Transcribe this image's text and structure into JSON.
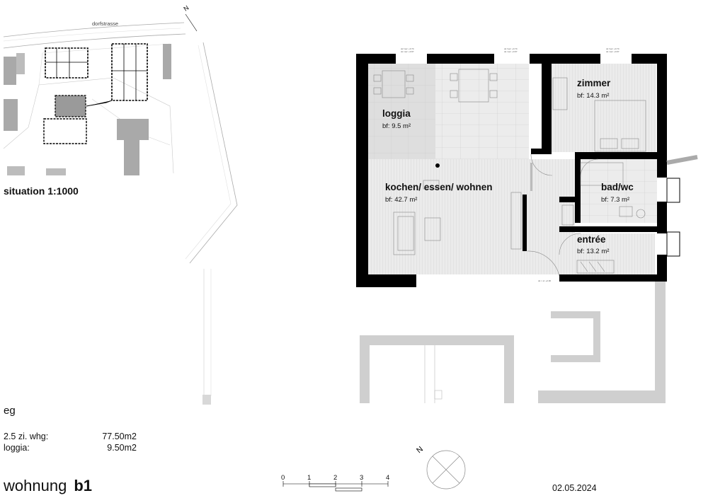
{
  "situation": {
    "street_name": "dorfstrasse",
    "label": "situation 1:1000",
    "north": "N"
  },
  "floor": "eg",
  "areas": [
    {
      "label": "2.5 zi. whg:",
      "value": "77.50m2"
    },
    {
      "label": "loggia:",
      "value": "9.50m2"
    }
  ],
  "title": {
    "prefix": "wohnung",
    "unit": "b1"
  },
  "date": "02.05.2024",
  "scale_bar": [
    "0",
    "1",
    "2",
    "3",
    "4"
  ],
  "plan_north": "N",
  "rooms": [
    {
      "name": "loggia",
      "area": "bf:  9.5 m²"
    },
    {
      "name": "zimmer",
      "area": "bf:  14.3 m²"
    },
    {
      "name": "kochen/ essen/ wohnen",
      "area": "bf:  42.7 m²"
    },
    {
      "name": "bad/wc",
      "area": "bf:  7.3 m²"
    },
    {
      "name": "entrée",
      "area": "bf:  13.2 m²"
    }
  ],
  "colors": {
    "wall": "#000000",
    "fill_light": "#e9e9e9",
    "fill_loggia": "#dcdcdc",
    "neighbour": "#a9a9a9",
    "line": "#8a8a8a"
  }
}
